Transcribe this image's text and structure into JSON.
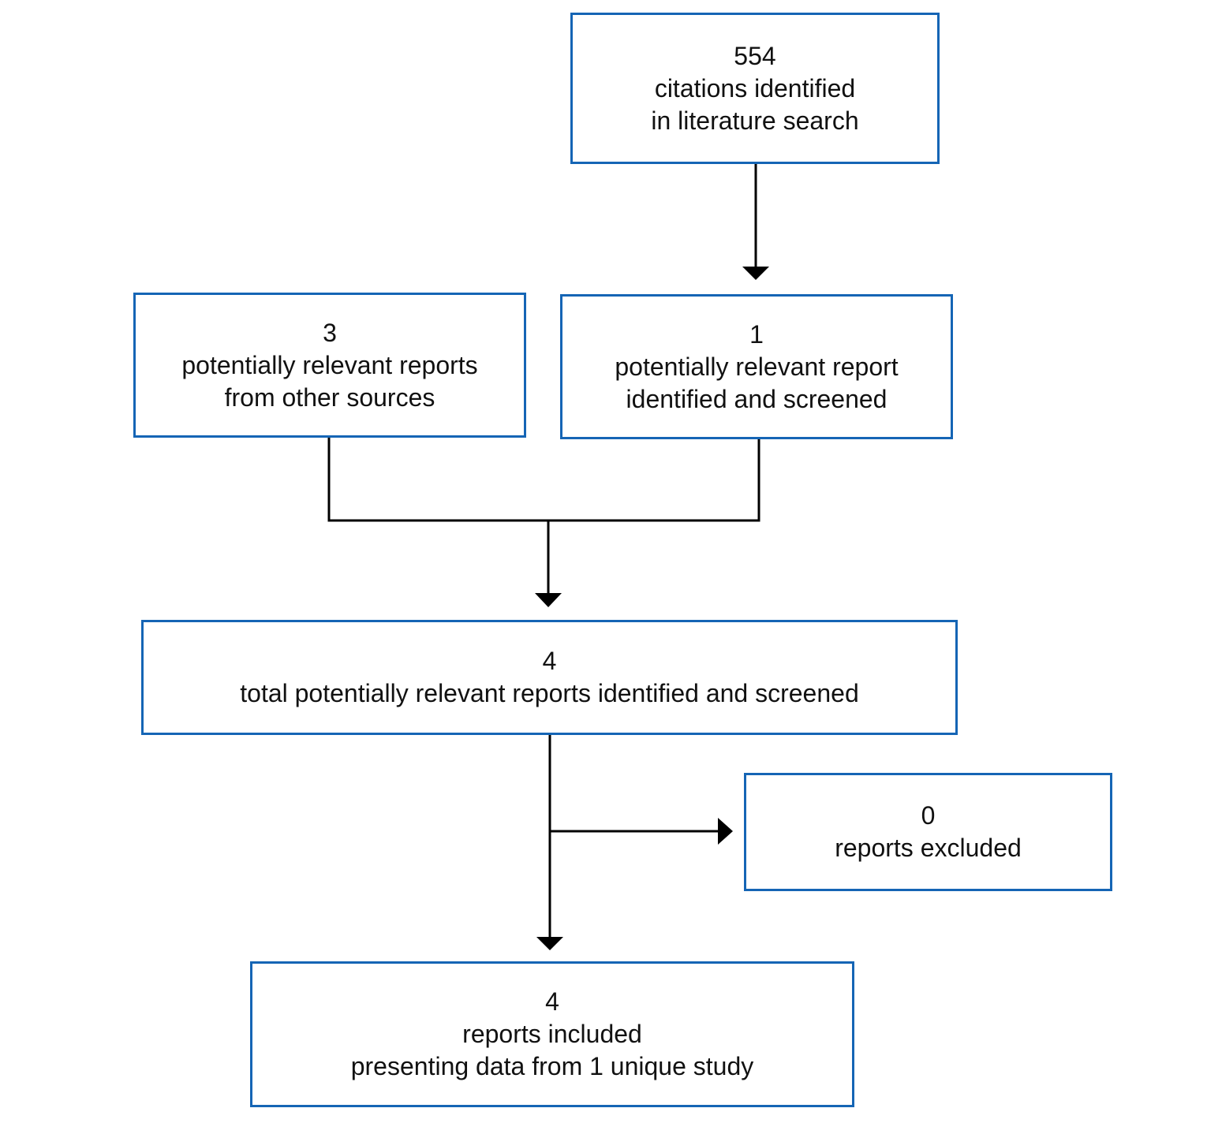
{
  "boxes": {
    "search": {
      "count": "554",
      "line1": "citations identified",
      "line2": "in literature search"
    },
    "other_sources": {
      "count": "3",
      "line1": "potentially relevant reports",
      "line2": "from other sources"
    },
    "screened_one": {
      "count": "1",
      "line1": "potentially relevant report",
      "line2": "identified and screened"
    },
    "total": {
      "count": "4",
      "line1": "total potentially relevant reports identified and screened"
    },
    "excluded": {
      "count": "0",
      "line1": "reports excluded"
    },
    "included": {
      "count": "4",
      "line1": "reports included",
      "line2": "presenting data from 1 unique study"
    }
  },
  "colors": {
    "box_border": "#1565b5",
    "connector": "#000000"
  }
}
